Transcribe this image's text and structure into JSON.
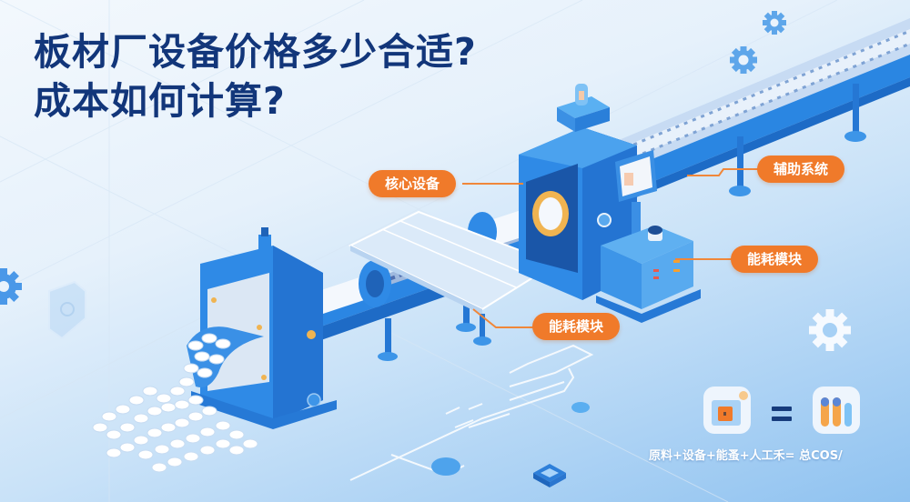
{
  "headline": {
    "line1": "板材厂设备价格多少合适?",
    "line2": "成本如何计算?"
  },
  "callouts": [
    {
      "id": "core",
      "label": "核心设备"
    },
    {
      "id": "aux",
      "label": "辅助系统"
    },
    {
      "id": "energy-right",
      "label": "能耗模块"
    },
    {
      "id": "energy-bottom",
      "label": "能耗模块"
    }
  ],
  "formula": {
    "text": "原料+设备+能蚤+人工禾= 总COS/"
  },
  "icons": {
    "gear": "gear-icon",
    "shield": "shield-icon",
    "chip": "chip-icon",
    "wallet": "wallet-icon",
    "bar-chart": "bar-chart-icon"
  },
  "colors": {
    "title": "#12367a",
    "callout": "#f07a2a",
    "machine_blue": "#2f8ae6",
    "machine_light": "#6fb6f2",
    "background_light": "#eef5fc",
    "background_deep": "#8fc2f0"
  }
}
